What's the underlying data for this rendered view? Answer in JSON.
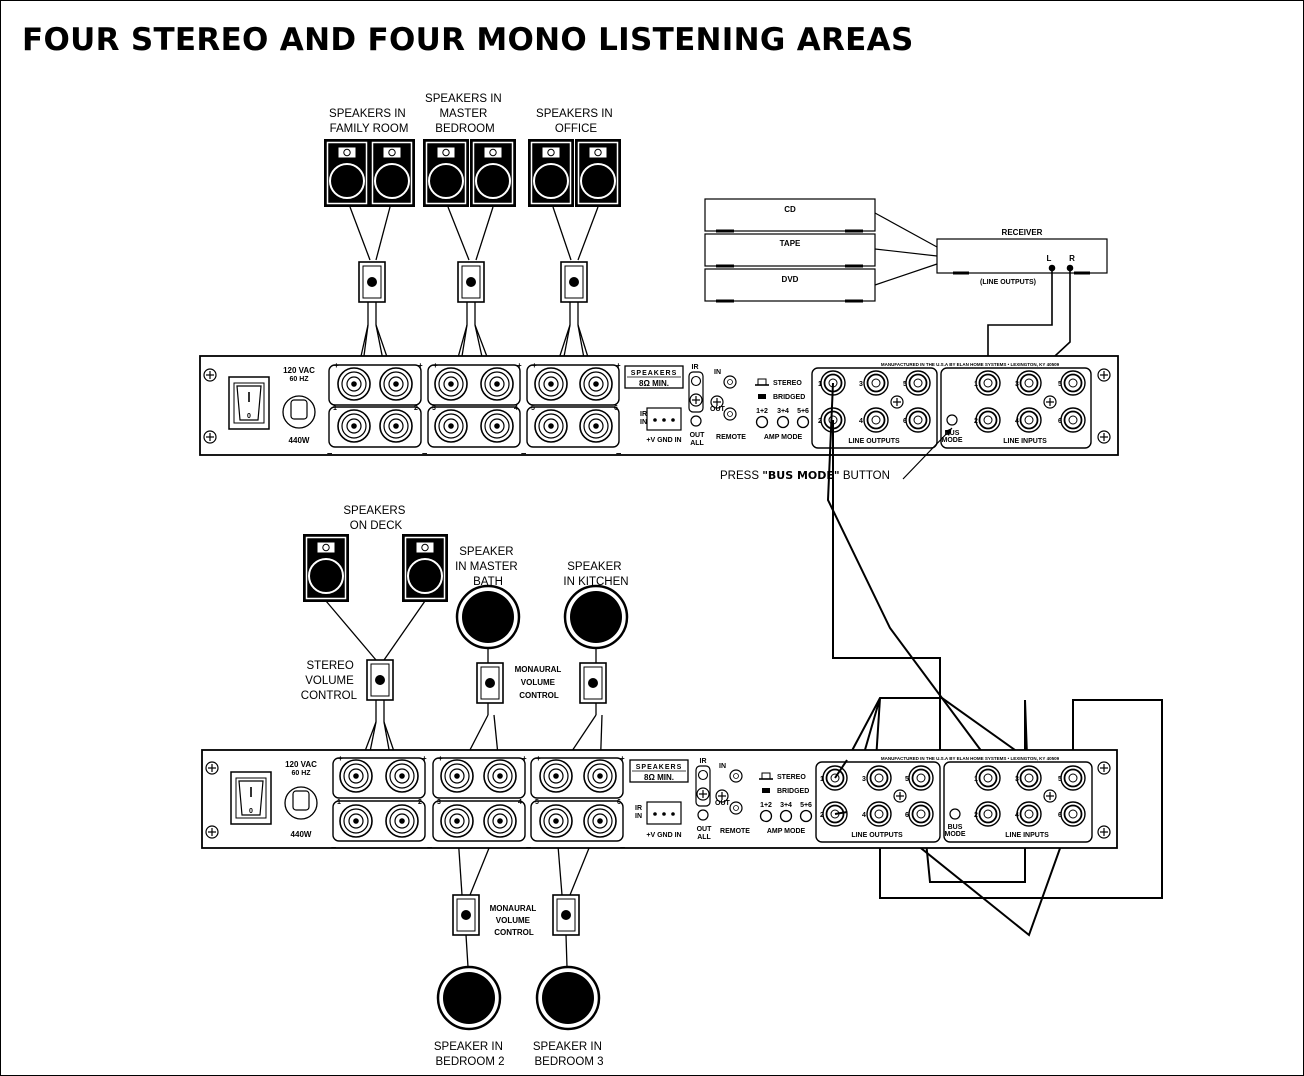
{
  "title": "FOUR STEREO AND FOUR MONO LISTENING AREAS",
  "speaker_labels": {
    "family_room": [
      "SPEAKERS IN",
      "FAMILY ROOM"
    ],
    "master_bedroom": [
      "SPEAKERS IN",
      "MASTER",
      "BEDROOM"
    ],
    "office": [
      "SPEAKERS IN",
      "OFFICE"
    ],
    "deck": [
      "SPEAKERS",
      "ON DECK"
    ],
    "master_bath": [
      "SPEAKER",
      "IN MASTER",
      "BATH"
    ],
    "kitchen": [
      "SPEAKER",
      "IN KITCHEN"
    ],
    "bedroom2": [
      "SPEAKER IN",
      "BEDROOM 2"
    ],
    "bedroom3": [
      "SPEAKER IN",
      "BEDROOM 3"
    ]
  },
  "control_labels": {
    "stereo_volume": [
      "STEREO",
      "VOLUME",
      "CONTROL"
    ],
    "monaural_volume_1": [
      "MONAURAL",
      "VOLUME",
      "CONTROL"
    ],
    "monaural_volume_2": [
      "MONAURAL",
      "VOLUME",
      "CONTROL"
    ]
  },
  "sources": {
    "cd": "CD",
    "tape": "TAPE",
    "dvd": "DVD",
    "receiver": "RECEIVER",
    "receiver_left": "L",
    "receiver_right": "R",
    "receiver_outputs": "(LINE OUTPUTS)"
  },
  "bus_note": {
    "prefix": "PRESS ",
    "emphasis": "\"BUS MODE\"",
    "suffix": " BUTTON"
  },
  "amp_panel": {
    "voltage": "120 VAC",
    "frequency": "60 HZ",
    "wattage": "440W",
    "speakers_badge": "SPEAKERS",
    "impedance": "8Ω MIN.",
    "ir": "IR",
    "ir_in": [
      "IR",
      "IN"
    ],
    "in": "IN",
    "out": "OUT",
    "out_all": [
      "OUT",
      "ALL"
    ],
    "remote": "REMOTE",
    "gnd": "+V GND IN",
    "stereo": "STEREO",
    "bridged": "BRIDGED",
    "amp_mode": "AMP MODE",
    "pairs": [
      "1+2",
      "3+4",
      "5+6"
    ],
    "line_outputs": "LINE OUTPUTS",
    "line_inputs": "LINE INPUTS",
    "bus_mode": [
      "BUS",
      "MODE"
    ],
    "manufactured": "MANUFACTURED IN THE U.S.A BY ELAN HOME SYSTEMS • LEXINGTON, KY 40509",
    "channels": [
      "1",
      "2",
      "3",
      "4",
      "5",
      "6"
    ],
    "plus": "+",
    "minus": "–"
  }
}
